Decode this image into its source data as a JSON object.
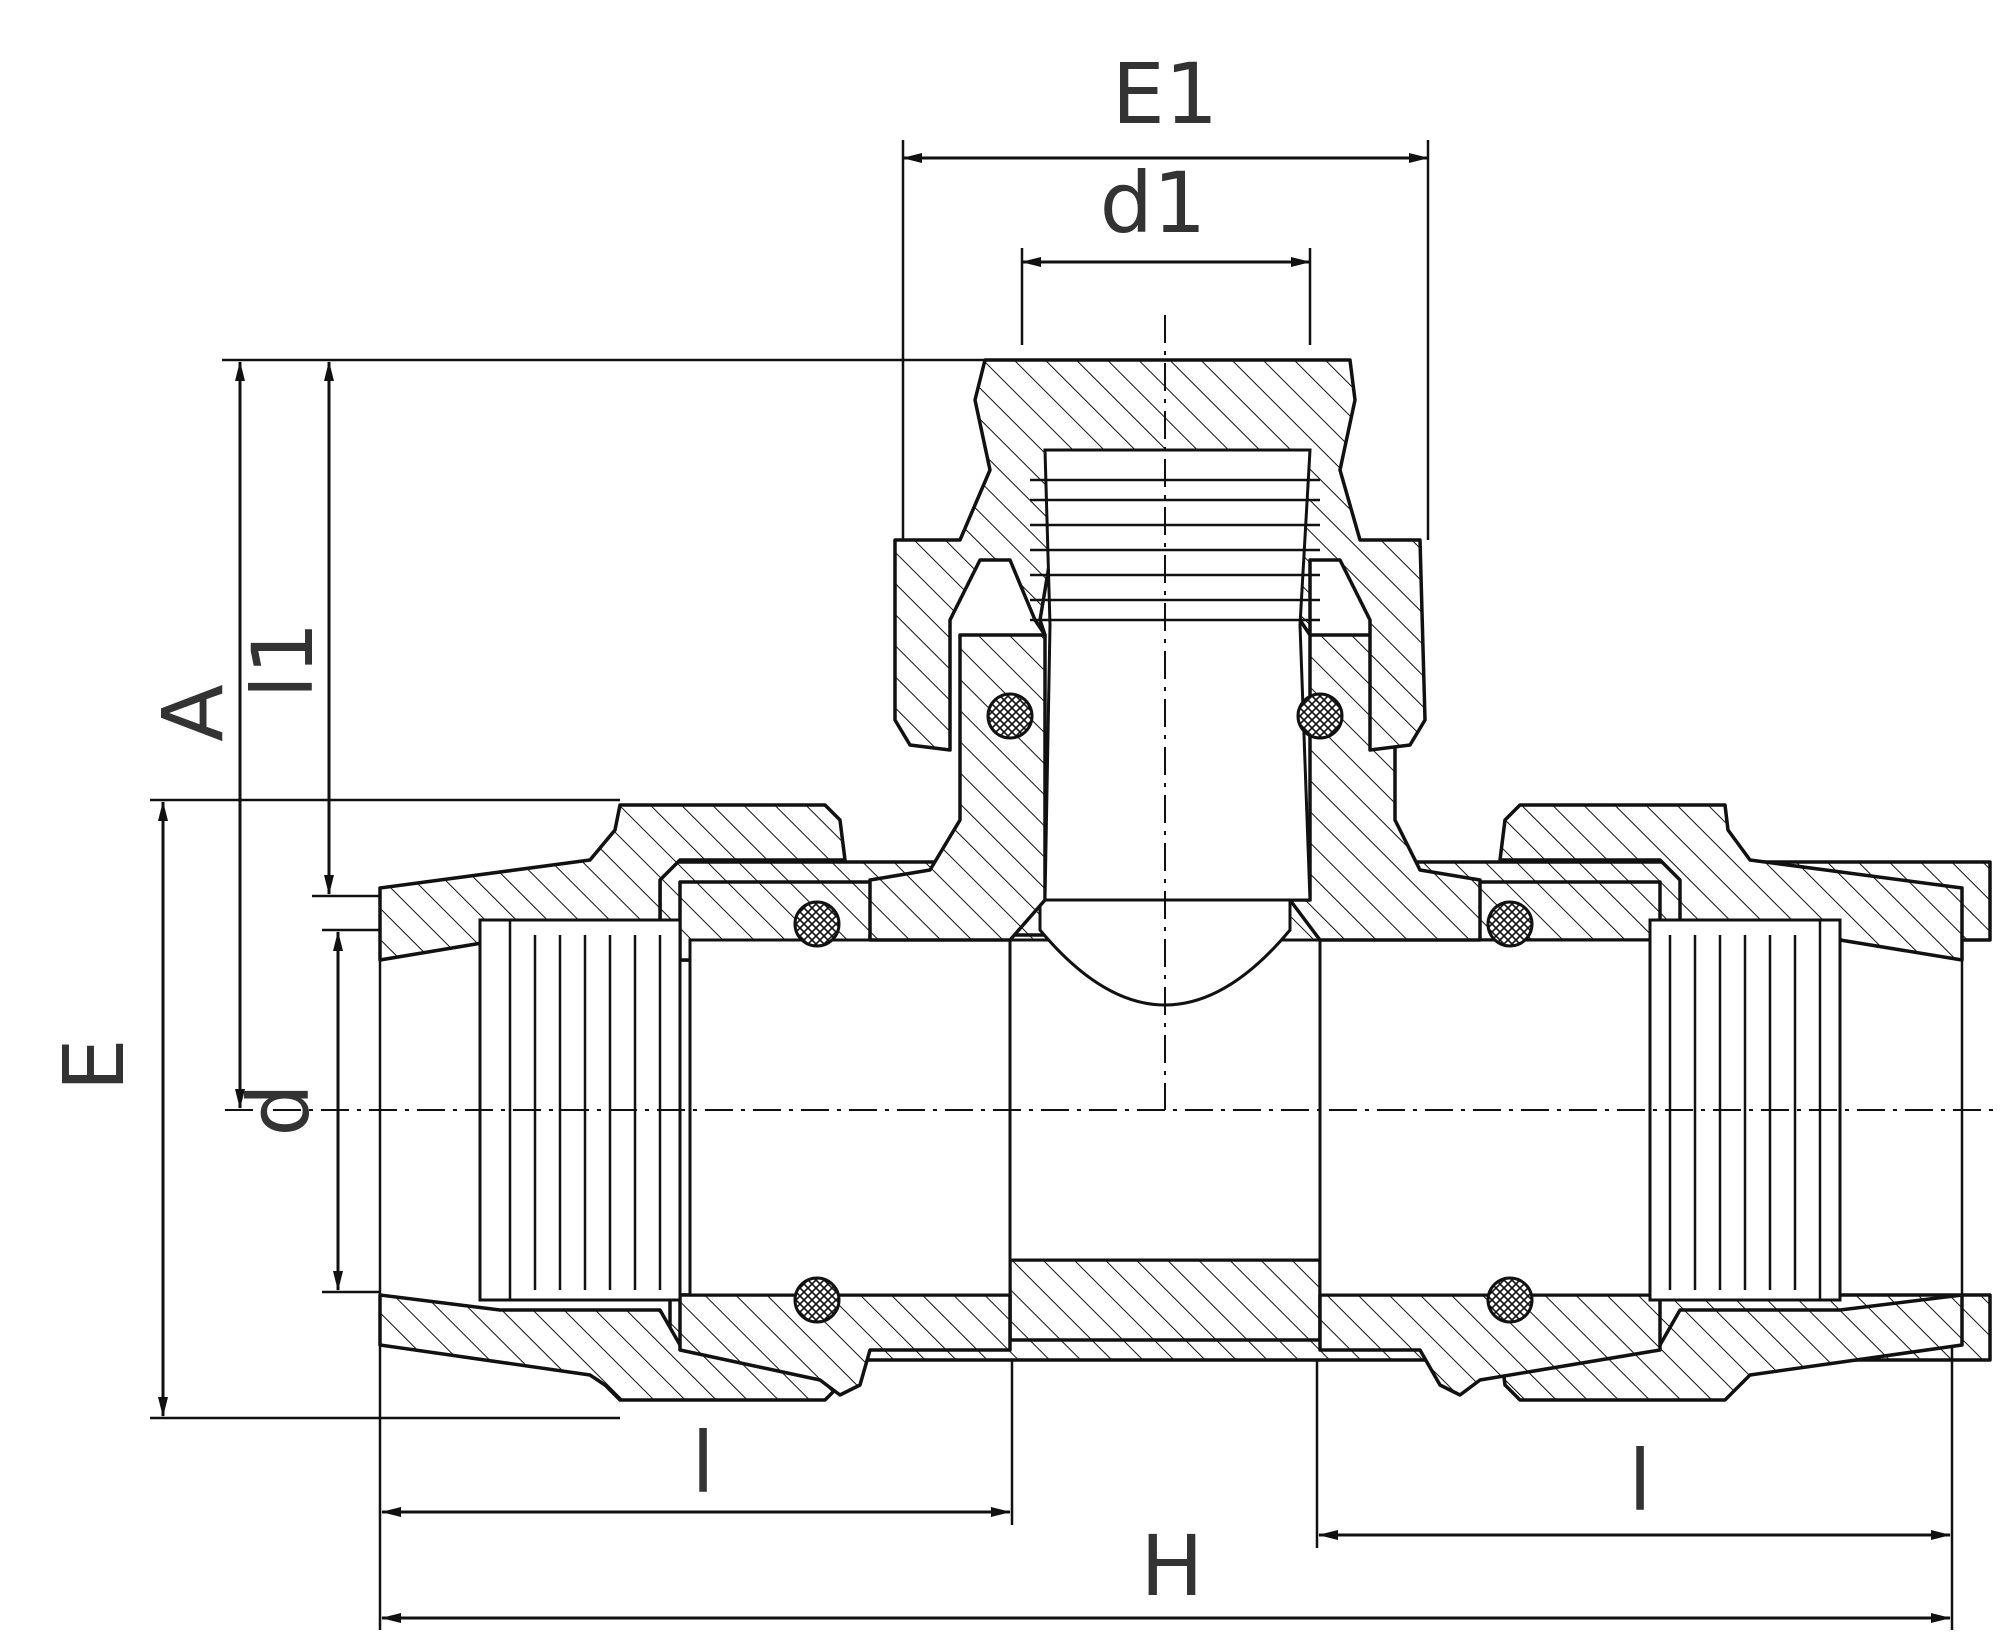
{
  "diagram": {
    "labels": {
      "E1": "E1",
      "d1": "d1",
      "A": "A",
      "l1": "l1",
      "E": "E",
      "d": "d",
      "l_left": "l",
      "l_right": "l",
      "H": "H"
    },
    "colors": {
      "line": "#111111",
      "label": "#333333",
      "background": "#ffffff"
    }
  }
}
